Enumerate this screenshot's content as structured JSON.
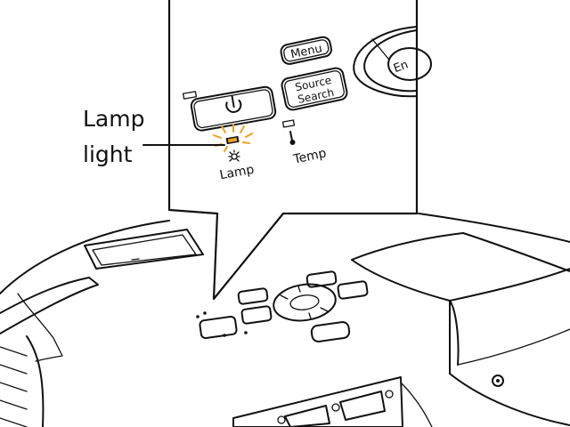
{
  "callout": {
    "line1": "Lamp",
    "line2": "light"
  },
  "panel": {
    "menu_label": "Menu",
    "source_search_line1": "Source",
    "source_search_line2": "Search",
    "enter_partial": "En",
    "lamp_label": "Lamp",
    "temp_label": "Temp"
  },
  "icons": {
    "power": "power-icon",
    "lamp": "lamp-icon",
    "temp": "thermometer-icon"
  },
  "colors": {
    "lamp_indicator": "#f0a020",
    "ink": "#111111"
  }
}
